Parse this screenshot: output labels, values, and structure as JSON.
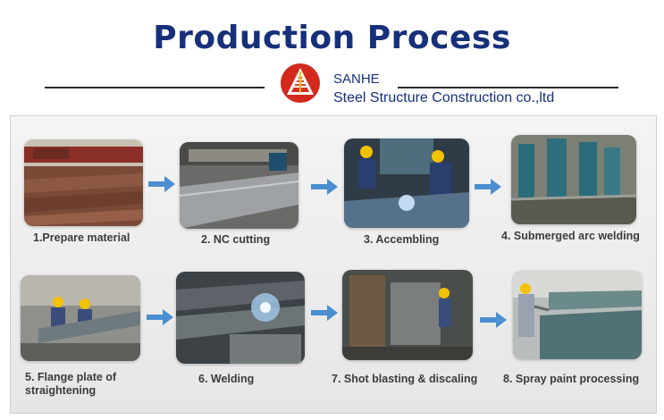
{
  "header": {
    "title": "Production Process",
    "company_name": "SANHE",
    "company_full": "Steel Structure Construction co.,ltd",
    "logo_icon": "sanhe-logo-icon"
  },
  "colors": {
    "title": "#17307a",
    "arrow": "#4a8fcf",
    "logo_red": "#d42a1e"
  },
  "steps": [
    {
      "label": "1.Prepare material"
    },
    {
      "label": "2. NC cutting"
    },
    {
      "label": "3. Accembling"
    },
    {
      "label": "4. Submerged arc welding"
    },
    {
      "label_line1": "5. Flange plate of",
      "label_line2": "straightening"
    },
    {
      "label": "6. Welding"
    },
    {
      "label": "7. Shot blasting & discaling"
    },
    {
      "label": "8. Spray paint processing"
    }
  ]
}
